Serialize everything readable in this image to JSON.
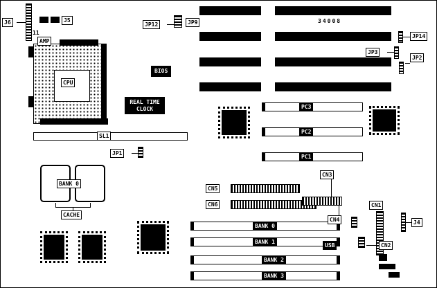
{
  "board": {
    "part_number": "34008",
    "pin1_marker": "11"
  },
  "jumpers": {
    "j6": "J6",
    "j5": "J5",
    "jp12": "JP12",
    "jp9": "JP9",
    "jp14": "JP14",
    "jp3": "JP3",
    "jp2": "JP2",
    "jp1": "JP1",
    "j4": "J4"
  },
  "connectors": {
    "cn1": "CN1",
    "cn2": "CN2",
    "cn3": "CN3",
    "cn4": "CN4",
    "cn5": "CN5",
    "cn6": "CN6",
    "usb": "USB"
  },
  "slots": {
    "sl1": "SL1",
    "pci": [
      "PC1",
      "PC2",
      "PC3"
    ]
  },
  "cpu": {
    "socket_label": "AMP",
    "chip_label": "CPU"
  },
  "chips": {
    "bios": "BIOS",
    "rtc_line1": "REAL TIME",
    "rtc_line2": "CLOCK"
  },
  "memory": {
    "cache_bank": "BANK 0",
    "cache_label": "CACHE",
    "simm_banks": [
      "BANK 0",
      "BANK 1",
      "BANK 2",
      "BANK 3"
    ]
  }
}
